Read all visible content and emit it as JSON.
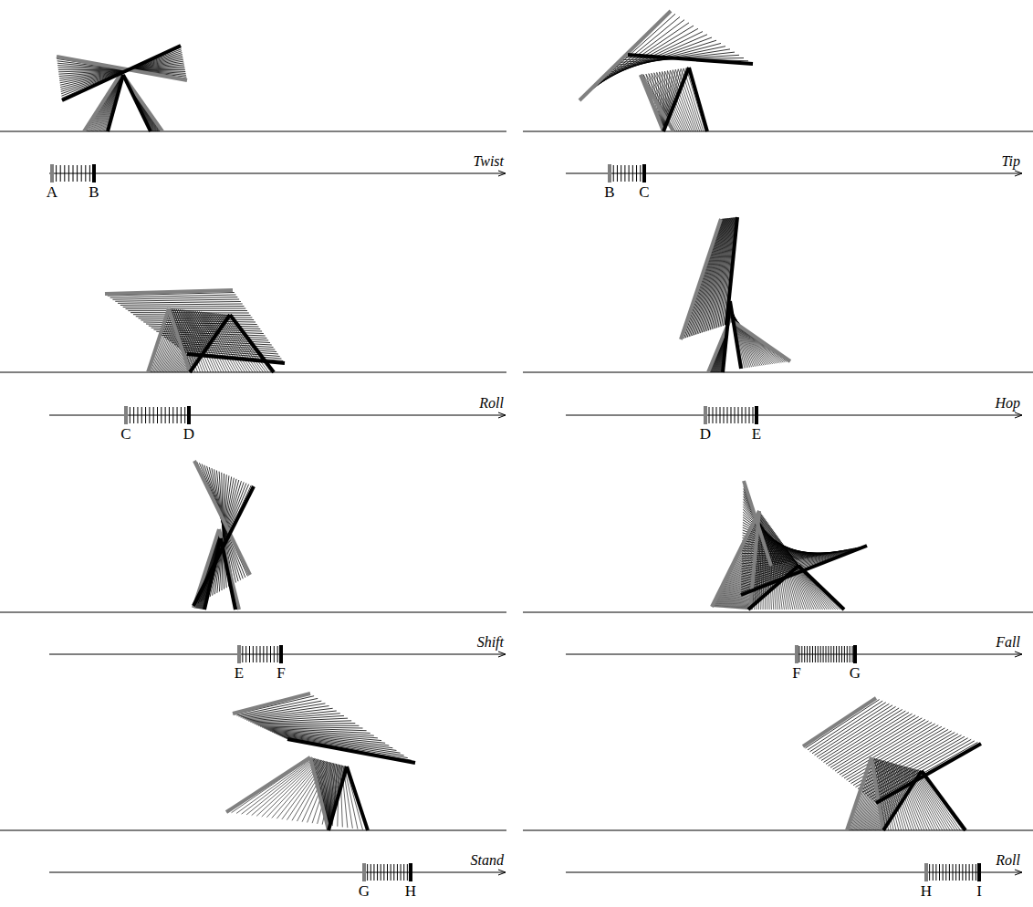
{
  "diagram": {
    "labels": [
      "Twist",
      "A",
      "B",
      "Tip",
      "B",
      "C",
      "Roll",
      "C",
      "D",
      "Hop",
      "D",
      "E",
      "Shift",
      "E",
      "F",
      "Fall",
      "F",
      "G",
      "Stand",
      "G",
      "H",
      "Roll",
      "H",
      "I"
    ]
  }
}
